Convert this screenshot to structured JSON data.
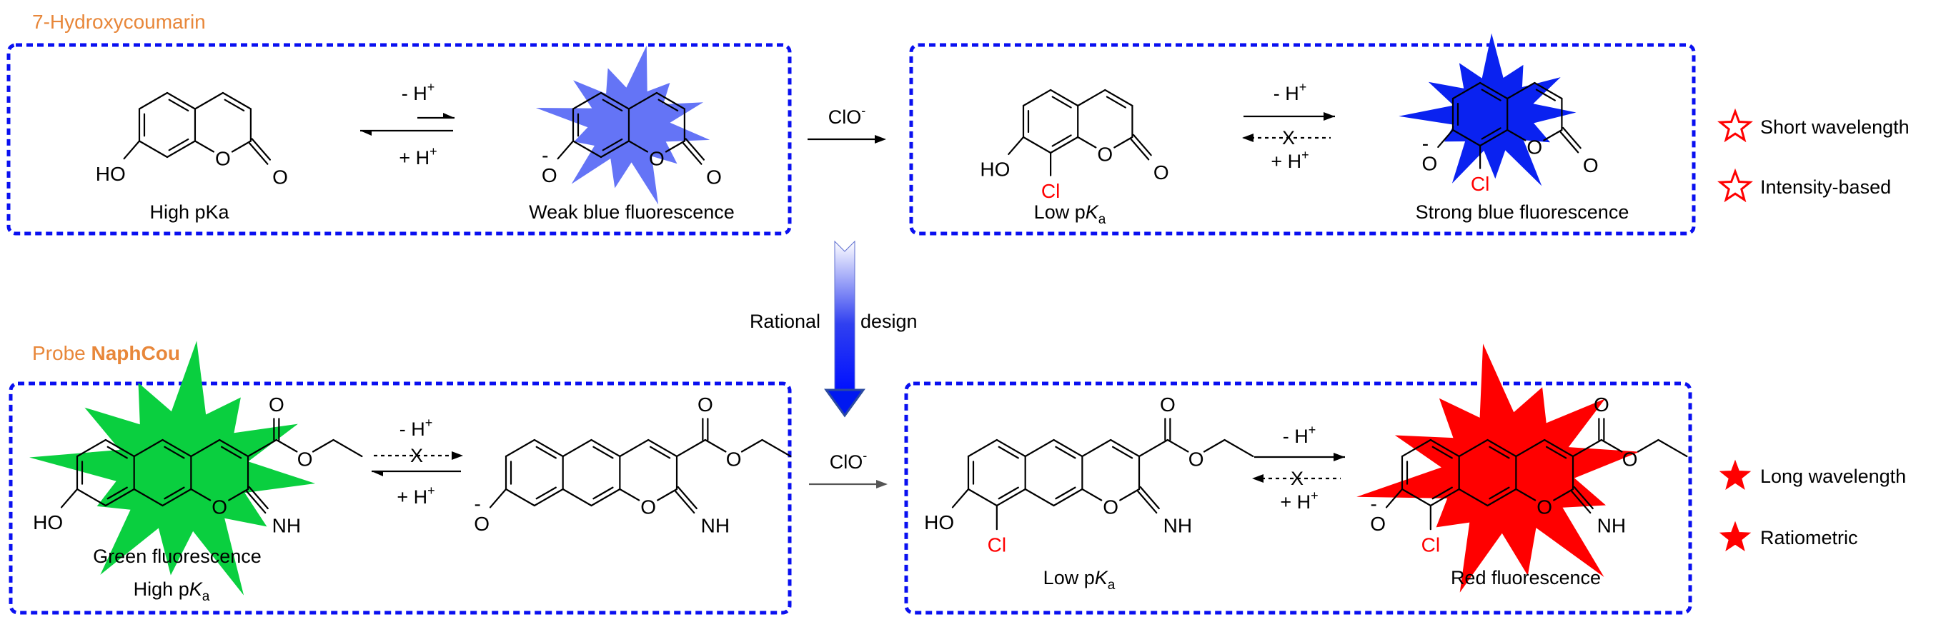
{
  "titles": {
    "top": "7-Hydroxycoumarin",
    "bottom_prefix": "Probe ",
    "bottom_name": "NaphCou"
  },
  "atoms": {
    "HO": "HO",
    "O": "O",
    "Cl": "Cl",
    "NH": "NH",
    "minus": "-"
  },
  "reagents": {
    "deprotonate": "- H",
    "protonate": "+ H",
    "plus": "+",
    "hypochlorite": "ClO",
    "minus": "-",
    "blocked": "X"
  },
  "captions": {
    "hc_acid": "High pKa",
    "hc_base": "Weak blue fluorescence",
    "clhc_acid": {
      "prefix": "Low p",
      "K": "K",
      "sub": "a"
    },
    "clhc_base": "Strong blue fluorescence",
    "probe_acid_1": "Green fluorescence",
    "probe_acid_2": {
      "prefix": "High p",
      "K": "K",
      "sub": "a"
    },
    "clprobe_acid": {
      "prefix": "Low p",
      "K": "K",
      "sub": "a"
    },
    "clprobe_base": "Red fluorescence"
  },
  "design": {
    "left": "Rational",
    "right": "design"
  },
  "legend_top": [
    {
      "label": "Short wavelength",
      "star": "hollow"
    },
    {
      "label": "Intensity-based",
      "star": "hollow"
    }
  ],
  "legend_bottom": [
    {
      "label": "Long wavelength",
      "star": "filled"
    },
    {
      "label": "Ratiometric",
      "star": "filled"
    }
  ],
  "colors": {
    "title": "#E8873A",
    "box": "#0A10F0",
    "weak_blue": "#6474F6",
    "strong_blue": "#0A22F0",
    "green": "#0ACF3F",
    "red": "#FF0000",
    "chlorine": "#FF0000"
  }
}
